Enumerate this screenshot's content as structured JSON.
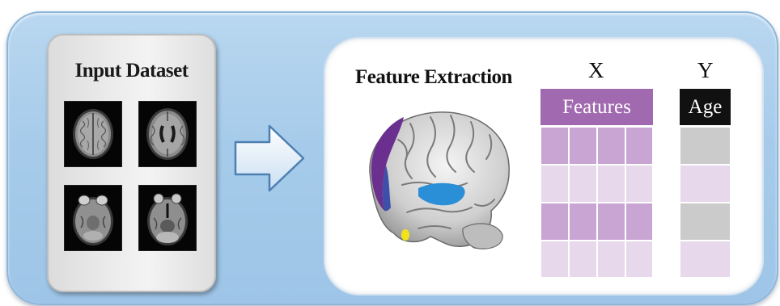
{
  "input_panel": {
    "title": "Input Dataset",
    "scans": [
      "mri-scan-1",
      "mri-scan-2",
      "mri-scan-3",
      "mri-scan-4"
    ]
  },
  "arrow": {
    "icon": "right-arrow-icon"
  },
  "feature_panel": {
    "title": "Feature Extraction",
    "x_label": "X",
    "y_label": "Y",
    "features_header": "Features",
    "age_header": "Age",
    "brain_icon": "brain-surface-icon"
  },
  "colors": {
    "outer_panel": "#a6cbea",
    "features_header": "#a16ab0",
    "age_header": "#111111",
    "feature_row_dark": "#c8a5d3",
    "feature_row_light": "#e7d8ec",
    "age_row_grey": "#cbcbcb",
    "age_row_light": "#e7d8ec"
  }
}
